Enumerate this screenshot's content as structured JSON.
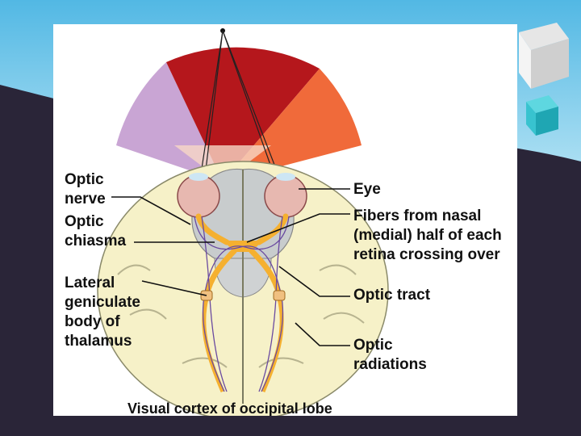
{
  "diagram": {
    "labels": {
      "optic_nerve_1": "Optic",
      "optic_nerve_2": "nerve",
      "optic_chiasma_1": "Optic",
      "optic_chiasma_2": "chiasma",
      "lgn_1": "Lateral",
      "lgn_2": "geniculate",
      "lgn_3": "body of",
      "lgn_4": "thalamus",
      "eye": "Eye",
      "fibers_1": "Fibers from nasal",
      "fibers_2": "(medial) half of each",
      "fibers_3": "retina crossing over",
      "optic_tract": "Optic tract",
      "optic_radiations_1": "Optic",
      "optic_radiations_2": "radiations",
      "visual_cortex": "Visual cortex of occipital lobe"
    }
  },
  "colors": {
    "slide_dark": "#2a2538",
    "slide_blue": "#3aa8d6",
    "field_left": "#c9a5d4",
    "field_top": "#b5171c",
    "field_right": "#f06a3a",
    "brain_yellow": "#f6f1c8",
    "brain_gray": "#c8cccd",
    "pathway_orange": "#f5b030",
    "fiber_purple": "#6a4aa0",
    "cube_teal": "#2bb8c4"
  }
}
